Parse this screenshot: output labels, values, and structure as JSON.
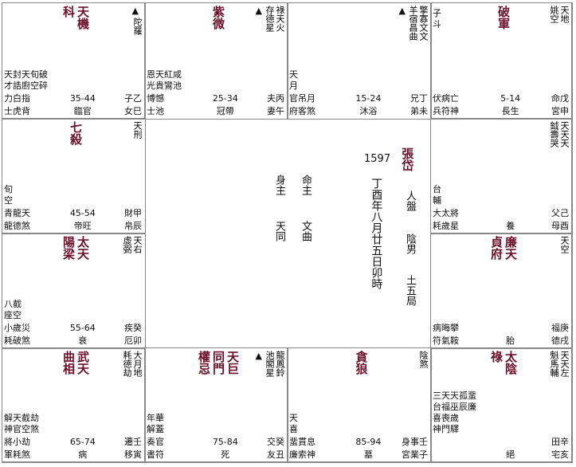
{
  "cells": [
    {
      "id": "si",
      "major": [
        "天機",
        "科"
      ],
      "tri": "▲",
      "minor": [
        "陀羅"
      ],
      "lines": [
        "天封天旬破",
        "才誥廚空碎"
      ],
      "bl": [
        [
          "力白指",
          "35-44",
          "子乙"
        ],
        [
          "士虎背",
          "臨官",
          "女巳"
        ]
      ]
    },
    {
      "id": "wu",
      "major": [
        "紫微"
      ],
      "tri": "▲",
      "minor": [
        "祿天火",
        "存德星"
      ],
      "lines": [
        "恩天紅咸",
        "光貴鸞池"
      ],
      "bl": [
        [
          "博憾",
          "25-34",
          "夫丙"
        ],
        [
          "士池",
          "冠帶",
          "妻午"
        ]
      ]
    },
    {
      "id": "wei",
      "major": [],
      "tri": "▲",
      "minor": [
        "擎寡文文",
        "羊宿昌曲"
      ],
      "lines": [
        "天",
        "月"
      ],
      "bl": [
        [
          "官吊月",
          "15-24",
          "兄丁"
        ],
        [
          "府客煞",
          "沐浴",
          "弟未"
        ]
      ]
    },
    {
      "id": "shen",
      "major": [
        "破軍"
      ],
      "tri": "",
      "minor": [
        "天地",
        "姚空"
      ],
      "topleft": [
        "子",
        "斗"
      ],
      "lines": [],
      "bl": [
        [
          "伏病亡",
          "5-14",
          "命戊"
        ],
        [
          "兵符神",
          "長生",
          "宮申"
        ]
      ]
    },
    {
      "id": "chen",
      "major": [
        "七殺"
      ],
      "tri": "",
      "minor": [
        "天刑"
      ],
      "lines": [
        "旬",
        "空"
      ],
      "bl": [
        [
          "青龍天",
          "45-54",
          "財甲"
        ],
        [
          "龍德煞",
          "帝旺",
          "帛辰"
        ]
      ]
    },
    {
      "id": "you",
      "major": [],
      "tri": "",
      "minor": [
        "天天天",
        "鉞壽哭"
      ],
      "lines": [
        "台",
        "輔"
      ],
      "bl": [
        [
          "大太將",
          "",
          "父己"
        ],
        [
          "耗歲星",
          "養",
          "母酉"
        ]
      ]
    },
    {
      "id": "mao",
      "major": [
        "太天",
        "陽梁"
      ],
      "tri": "",
      "minor": [
        "天右",
        "虛弼"
      ],
      "lines": [
        "八截",
        "座空"
      ],
      "bl": [
        [
          "小歲災",
          "55-64",
          "疾癸"
        ],
        [
          "耗破煞",
          "衰",
          "厄卯"
        ]
      ]
    },
    {
      "id": "xu",
      "major": [
        "廉天",
        "貞府"
      ],
      "tri": "",
      "minor": [
        "天空"
      ],
      "lines": [],
      "bl": [
        [
          "病晦攀",
          "",
          "福庚"
        ],
        [
          "符氣鞍",
          "胎",
          "德戌"
        ]
      ]
    },
    {
      "id": "yin",
      "major": [
        "武天",
        "曲相"
      ],
      "tri": "",
      "minor": [
        "大月地",
        "耗德劫"
      ],
      "lines": [
        "解天截劫",
        "神官空煞"
      ],
      "bl": [
        [
          "將小劫",
          "65-74",
          "遷壬"
        ],
        [
          "軍耗煞",
          "病",
          "移寅"
        ]
      ]
    },
    {
      "id": "chou",
      "major": [
        "天巨",
        "同門",
        "權忌"
      ],
      "tri": "▲",
      "minor": [
        "龍鳳鈴",
        "池閣星"
      ],
      "lines": [
        "年華",
        "解蓋"
      ],
      "bl": [
        [
          "奏官",
          "75-84",
          "交癸"
        ],
        [
          "書符",
          "死",
          "友丑"
        ]
      ]
    },
    {
      "id": "zi",
      "major": [
        "貪狼"
      ],
      "tri": "",
      "minor": [
        "陰煞"
      ],
      "lines": [
        "天",
        "喜"
      ],
      "bl": [
        [
          "蜚貫息",
          "85-94",
          "身事壬"
        ],
        [
          "廉索神",
          "墓",
          "宮業子"
        ]
      ]
    },
    {
      "id": "hai",
      "major": [
        "太陰",
        "祿"
      ],
      "tri": "",
      "minor": [
        "天天左",
        "魁馬輔"
      ],
      "lines": [
        "三天天孤蜚",
        "台福巫辰廉",
        "喜喪歲",
        "神門驛"
      ],
      "bl": [
        [
          "",
          "",
          "田辛"
        ],
        [
          "",
          "絕",
          "宅亥"
        ]
      ]
    }
  ],
  "center": {
    "name": "張岱",
    "year": "1597",
    "date": "丁酉年八月廿五日卯時",
    "pan": "人盤",
    "gender": "陰男",
    "ju": "土五局",
    "shen_label": "身主",
    "ming_label": "命主",
    "shen_star": "天同",
    "ming_star": "文曲"
  }
}
